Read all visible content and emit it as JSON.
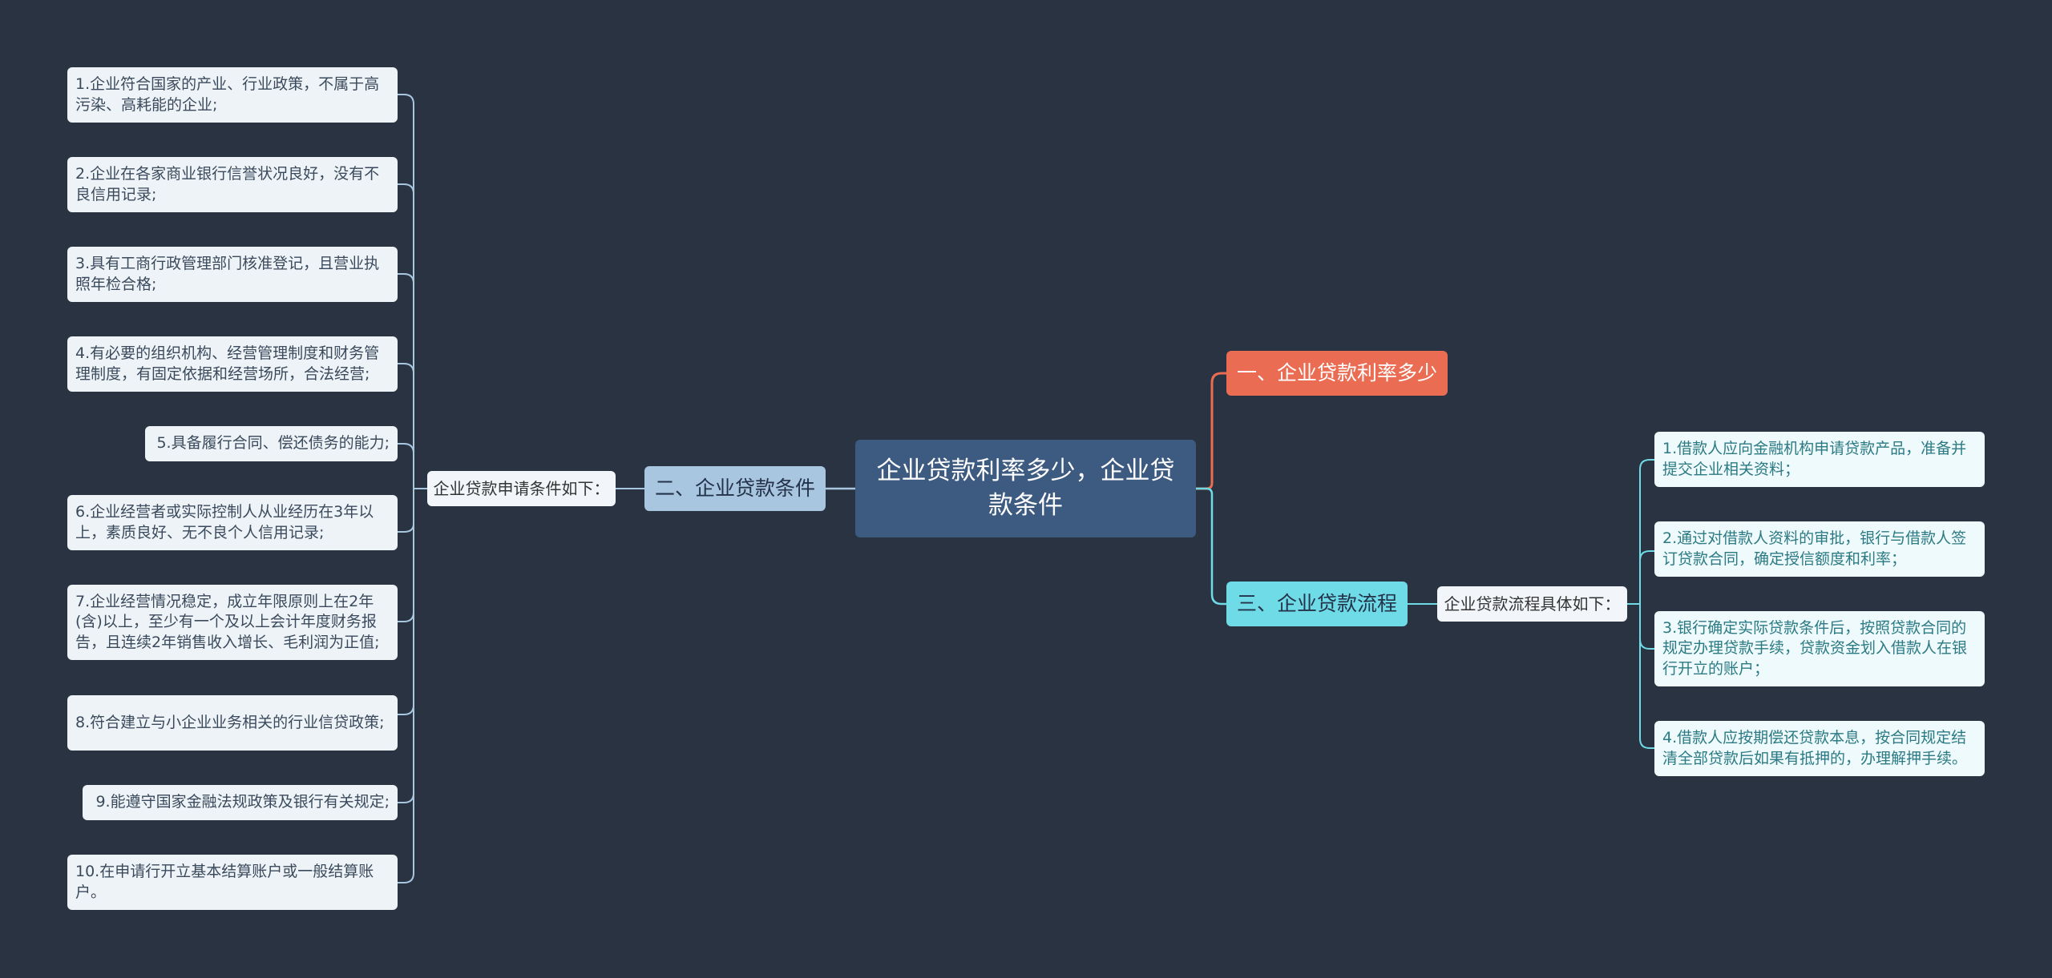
{
  "root": {
    "title": "企业贷款利率多少，企业贷款条件"
  },
  "branches": {
    "rate": {
      "label": "一、企业贷款利率多少"
    },
    "conditions": {
      "label": "二、企业贷款条件",
      "sub_label": "企业贷款申请条件如下：",
      "items": [
        "1.企业符合国家的产业、行业政策，不属于高污染、高耗能的企业;",
        "2.企业在各家商业银行信誉状况良好，没有不良信用记录;",
        "3.具有工商行政管理部门核准登记，且营业执照年检合格;",
        "4.有必要的组织机构、经营管理制度和财务管理制度，有固定依据和经营场所，合法经营;",
        "5.具备履行合同、偿还债务的能力;",
        "6.企业经营者或实际控制人从业经历在3年以上，素质良好、无不良个人信用记录;",
        "7.企业经营情况稳定，成立年限原则上在2年(含)以上，至少有一个及以上会计年度财务报告，且连续2年销售收入增长、毛利润为正值;",
        "8.符合建立与小企业业务相关的行业信贷政策;",
        "9.能遵守国家金融法规政策及银行有关规定;",
        "10.在申请行开立基本结算账户或一般结算账户。"
      ]
    },
    "process": {
      "label": "三、企业贷款流程",
      "sub_label": "企业贷款流程具体如下：",
      "items": [
        "1.借款人应向金融机构申请贷款产品，准备并提交企业相关资料；",
        "2.通过对借款人资料的审批，银行与借款人签订贷款合同，确定授信额度和利率；",
        "3.银行确定实际贷款条件后，按照贷款合同的规定办理贷款手续，贷款资金划入借款人在银行开立的账户；",
        "4.借款人应按期偿还贷款本息，按合同规定结清全部贷款后如果有抵押的，办理解押手续。"
      ]
    }
  },
  "colors": {
    "background": "#2a3341",
    "root": "#3d5a80",
    "rate": "#ea6c53",
    "conditions": "#a9c6e0",
    "process": "#6edbe6",
    "link_left": "#a9c6e0",
    "link_right": "#6edbe6"
  }
}
